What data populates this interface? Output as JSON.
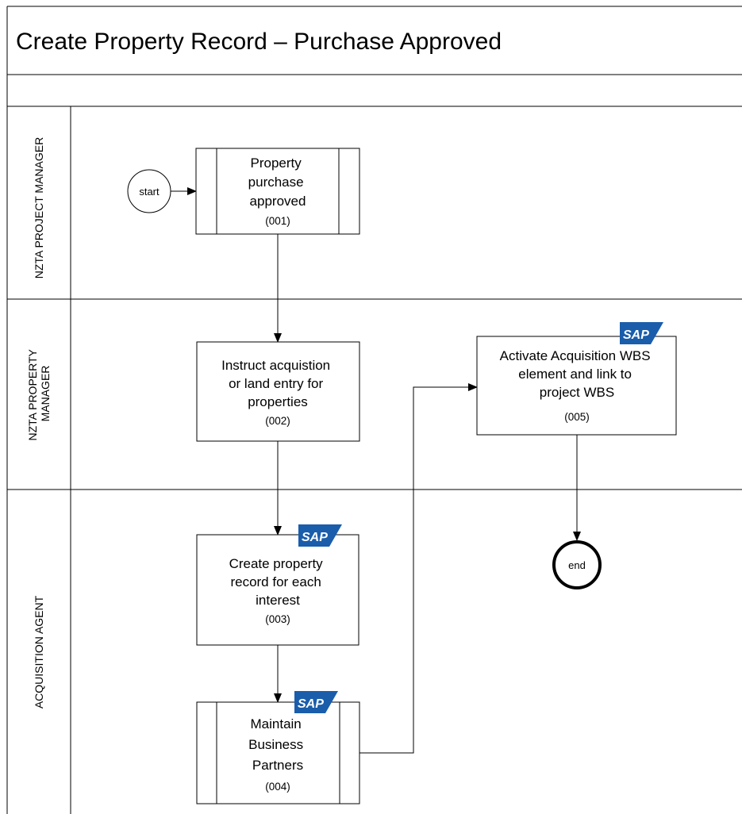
{
  "title": "Create Property Record – Purchase Approved",
  "lanes": [
    {
      "label_lines": [
        "NZTA PROJECT MANAGER"
      ]
    },
    {
      "label_lines": [
        "NZTA PROPERTY",
        "MANAGER"
      ]
    },
    {
      "label_lines": [
        "ACQUISITION AGENT"
      ]
    }
  ],
  "start": {
    "label": "start"
  },
  "end": {
    "label": "end"
  },
  "sap_logo": {
    "text": "SAP",
    "color": "#1a5dab"
  },
  "steps": [
    {
      "id": "(001)",
      "lines": [
        "Property",
        "purchase",
        "approved"
      ],
      "kind": "subprocess",
      "sap": false
    },
    {
      "id": "(002)",
      "lines": [
        "Instruct acquistion",
        "or land entry for",
        "properties"
      ],
      "kind": "task",
      "sap": false
    },
    {
      "id": "(003)",
      "lines": [
        "Create property",
        "record for each",
        "interest"
      ],
      "kind": "task",
      "sap": true
    },
    {
      "id": "(004)",
      "lines": [
        "Maintain",
        "Business",
        "Partners"
      ],
      "kind": "subprocess",
      "sap": true
    },
    {
      "id": "(005)",
      "lines": [
        "Activate Acquisition WBS",
        "element and link to",
        "project WBS"
      ],
      "kind": "task",
      "sap": true
    }
  ]
}
